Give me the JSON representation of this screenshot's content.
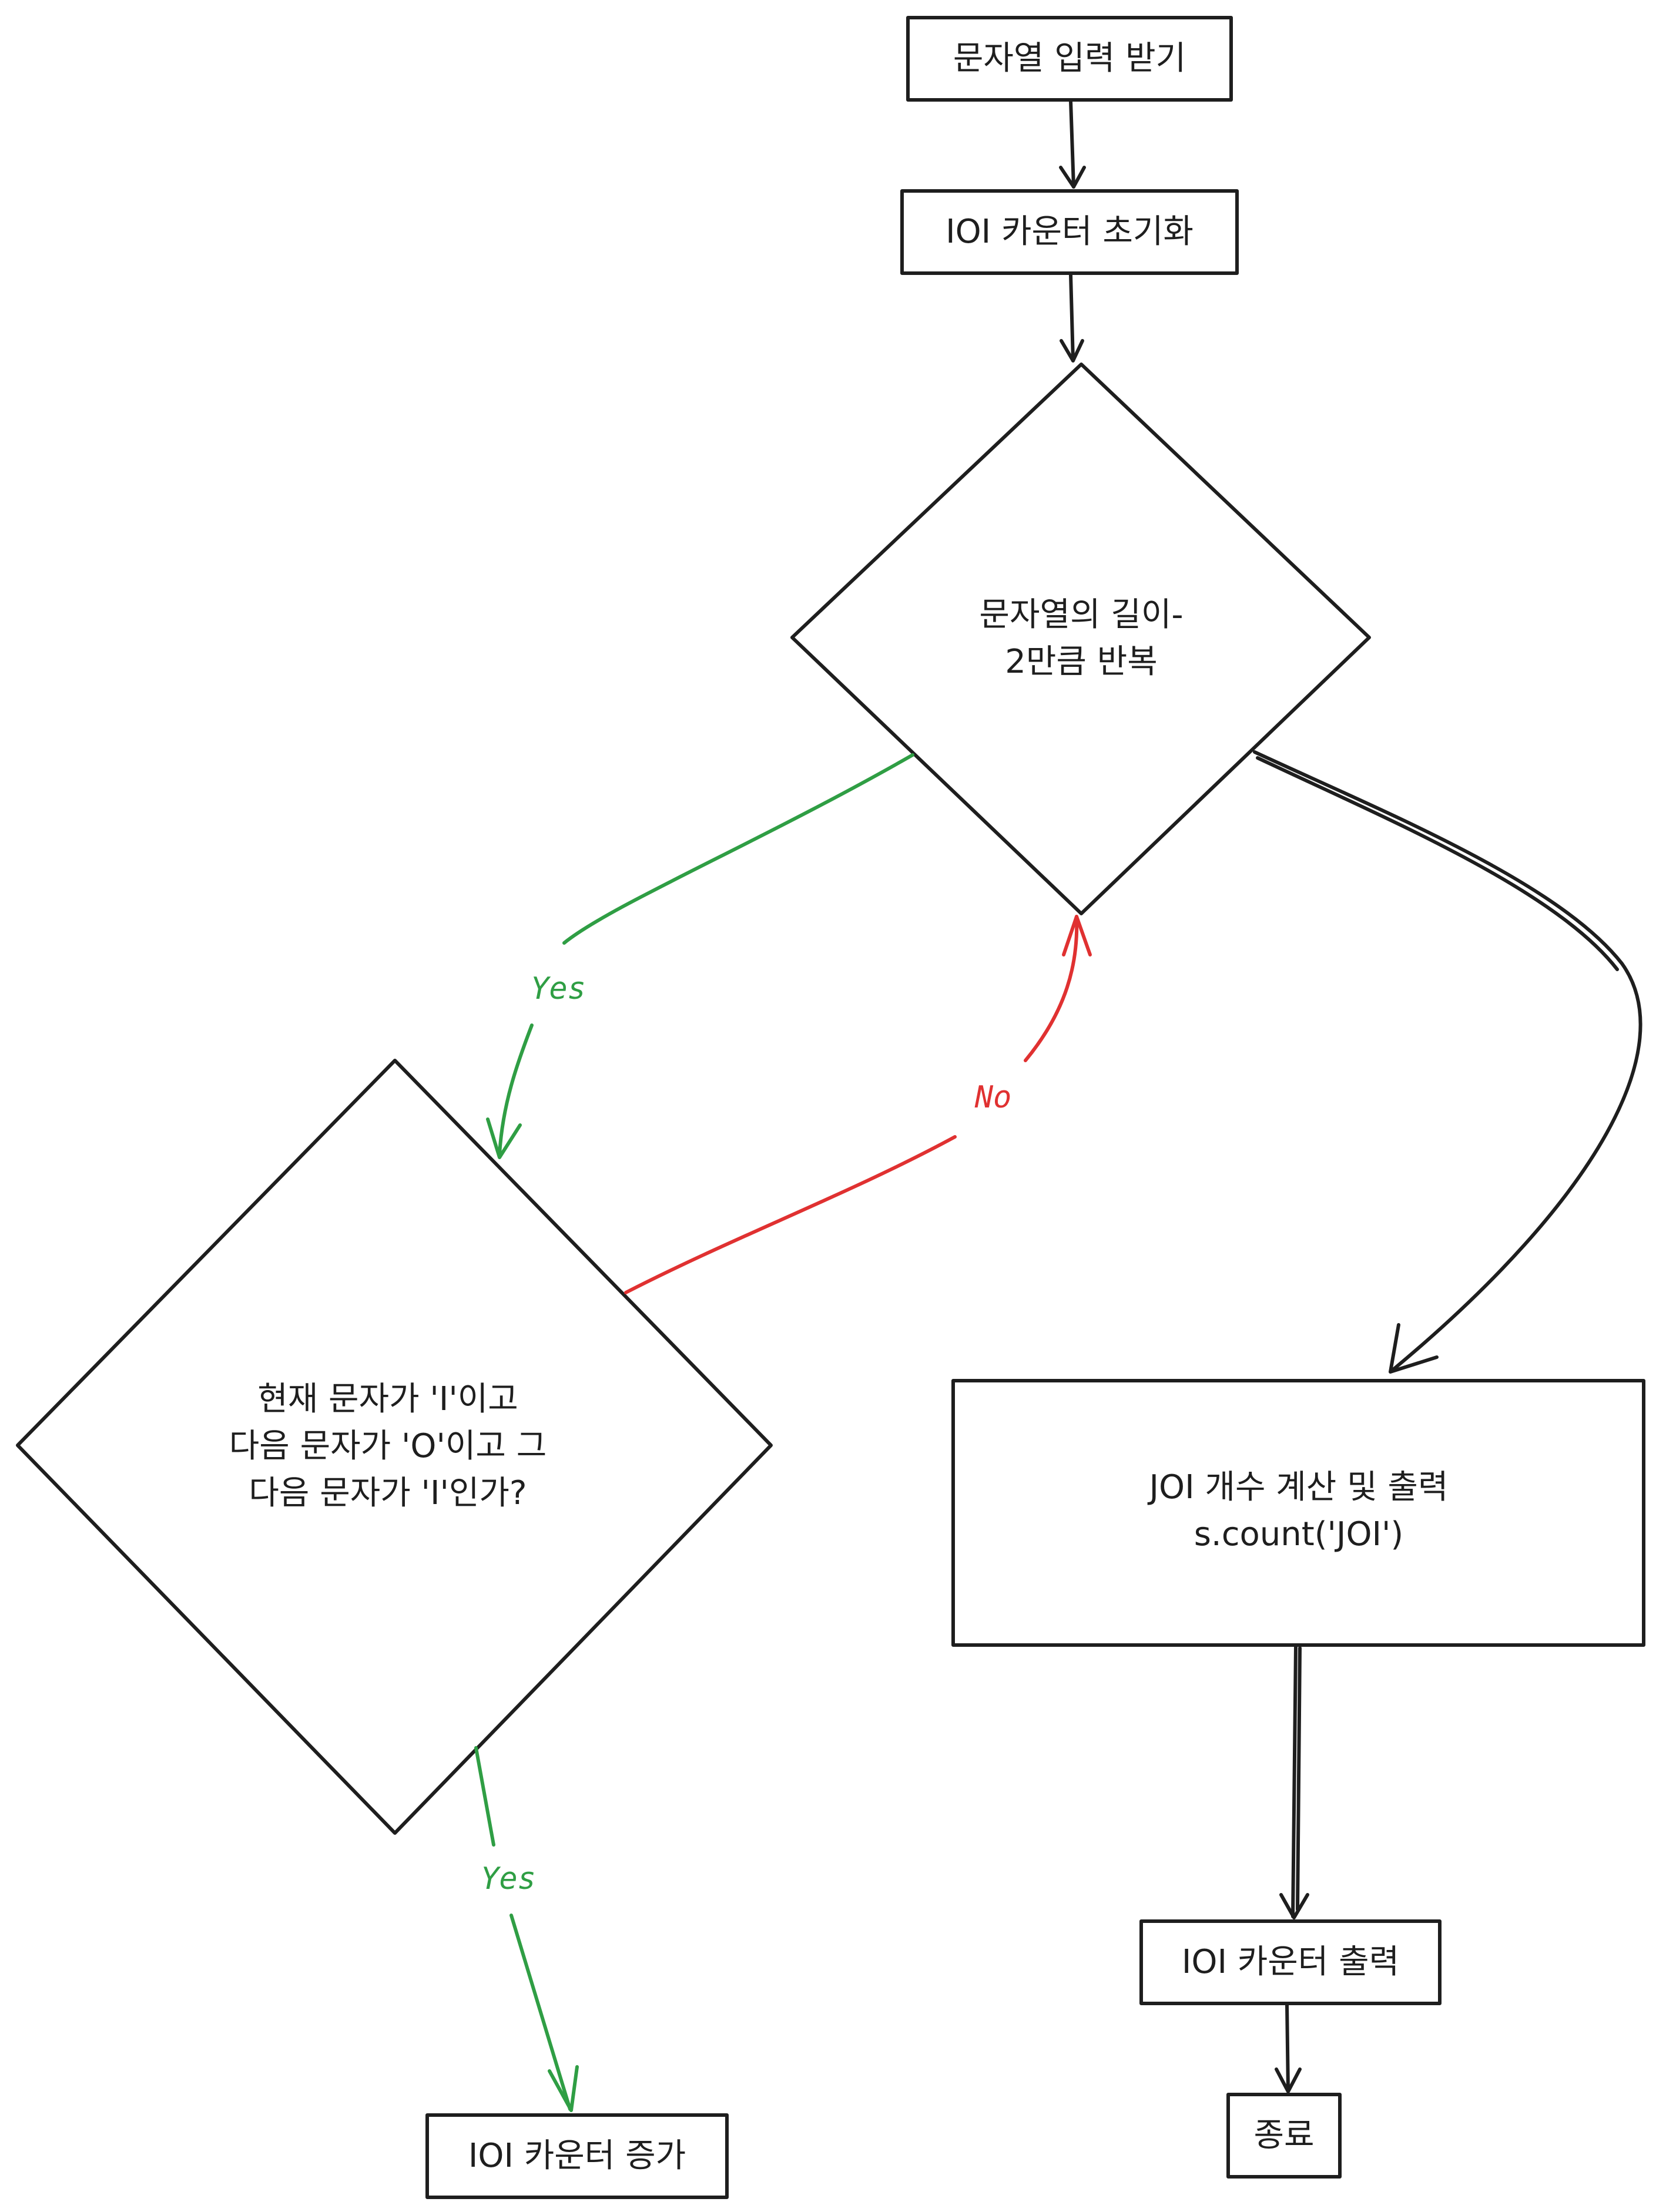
{
  "colors": {
    "stroke": "#1e1e1e",
    "yes": "#2f9e44",
    "no": "#e03131",
    "background": "#ffffff"
  },
  "nodes": {
    "input": [
      "문자열 입력 받기"
    ],
    "init": [
      "IOI 카운터 초기화"
    ],
    "loop": [
      "문자열의 길이-",
      "2만큼 반복"
    ],
    "check": [
      "현재 문자가 'I'이고",
      "다음 문자가 'O'이고 그",
      "다음 문자가 'I'인가?"
    ],
    "joi": [
      "JOI 개수 계산 및 출력",
      "s.count('JOI')"
    ],
    "increment": [
      "IOI 카운터 증가"
    ],
    "output": [
      "IOI 카운터 출력"
    ],
    "end": [
      "종료"
    ]
  },
  "edges": {
    "yes_top": "Yes",
    "no": "No",
    "yes_bottom": "Yes"
  }
}
